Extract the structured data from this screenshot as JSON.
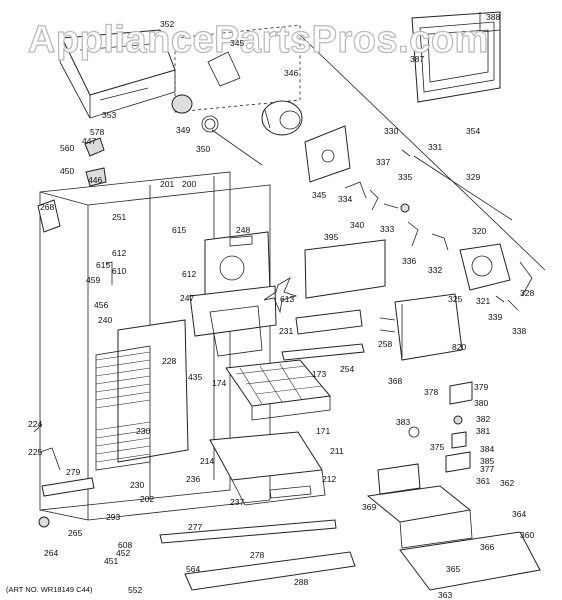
{
  "watermark": "AppliancePartsPros.com",
  "art_number": "(ART NO. WR18149 C44)",
  "labels": [
    "352",
    "345",
    "346",
    "388",
    "387",
    "353",
    "349",
    "350",
    "578",
    "447",
    "560",
    "450",
    "446",
    "201",
    "200",
    "354",
    "330",
    "331",
    "337",
    "335",
    "329",
    "268",
    "251",
    "615",
    "612",
    "610",
    "248",
    "345",
    "334",
    "340",
    "333",
    "336",
    "332",
    "320",
    "395",
    "615",
    "459",
    "612",
    "613",
    "247",
    "231",
    "325",
    "321",
    "328",
    "339",
    "338",
    "456",
    "240",
    "228",
    "435",
    "174",
    "258",
    "254",
    "173",
    "820",
    "368",
    "378",
    "379",
    "380",
    "382",
    "381",
    "383",
    "375",
    "384",
    "385",
    "377",
    "224",
    "225",
    "279",
    "230",
    "214",
    "171",
    "211",
    "236",
    "212",
    "237",
    "230",
    "202",
    "264",
    "265",
    "293",
    "608",
    "452",
    "451",
    "552",
    "277",
    "278",
    "564",
    "288",
    "369",
    "361",
    "362",
    "364",
    "360",
    "366",
    "365",
    "363"
  ]
}
